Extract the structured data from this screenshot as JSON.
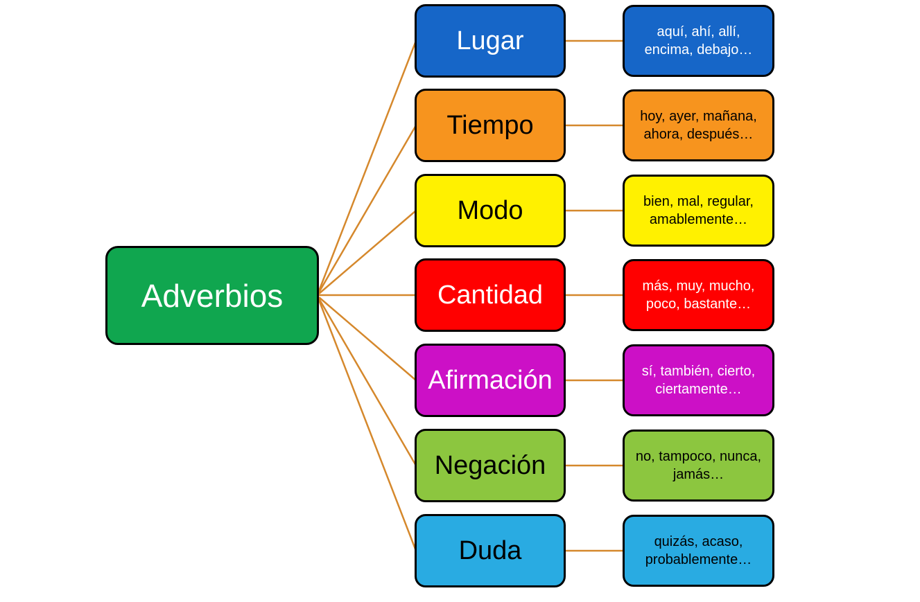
{
  "root": {
    "label": "Adverbios",
    "bg": "#10A64F",
    "text_color": "#FFFFFF"
  },
  "connector_color": "#D5882C",
  "border_color": "#000000",
  "rows": [
    {
      "id": "lugar",
      "label": "Lugar",
      "examples": "aquí, ahí, allí, encima, debajo…",
      "bg": "#1666C8",
      "label_color": "#FFFFFF",
      "examples_color": "#FFFFFF"
    },
    {
      "id": "tiempo",
      "label": "Tiempo",
      "examples": "hoy, ayer, mañana, ahora, después…",
      "bg": "#F7941E",
      "label_color": "#000000",
      "examples_color": "#000000"
    },
    {
      "id": "modo",
      "label": "Modo",
      "examples": "bien, mal, regular, amablemente…",
      "bg": "#FFF100",
      "label_color": "#000000",
      "examples_color": "#000000"
    },
    {
      "id": "cantidad",
      "label": "Cantidad",
      "examples": "más, muy, mucho, poco, bastante…",
      "bg": "#FF0000",
      "label_color": "#FFFFFF",
      "examples_color": "#FFFFFF"
    },
    {
      "id": "afirmacion",
      "label": "Afirmación",
      "examples": "sí, también, cierto, ciertamente…",
      "bg": "#CC10C6",
      "label_color": "#FFFFFF",
      "examples_color": "#FFFFFF"
    },
    {
      "id": "negacion",
      "label": "Negación",
      "examples": "no, tampoco, nunca, jamás…",
      "bg": "#8CC63F",
      "label_color": "#000000",
      "examples_color": "#000000"
    },
    {
      "id": "duda",
      "label": "Duda",
      "examples": "quizás, acaso, probablemente…",
      "bg": "#29ABE2",
      "label_color": "#000000",
      "examples_color": "#000000"
    }
  ]
}
